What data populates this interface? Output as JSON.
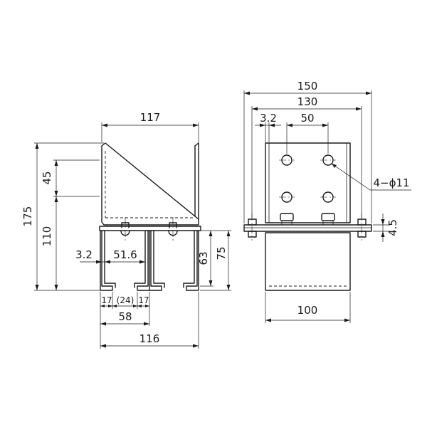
{
  "side_view": {
    "dim_top_width": "117",
    "dim_total_height": "175",
    "dim_upper_height": "110",
    "dim_slope_height": "45",
    "dim_inner_height": "63",
    "dim_outer_height": "75",
    "dim_thickness": "3.2",
    "dim_inner_width": "51.6",
    "dim_flange_left": "17",
    "dim_slot": "(24)",
    "dim_flange_right": "17",
    "dim_channel_width": "58",
    "dim_bottom_width": "116"
  },
  "front_view": {
    "dim_overall_width": "150",
    "dim_bolt_span": "130",
    "dim_thickness": "3.2",
    "dim_hole_pitch": "50",
    "hole_callout": "4−ϕ11",
    "dim_plate_thickness": "4.5",
    "dim_body_width": "100"
  }
}
